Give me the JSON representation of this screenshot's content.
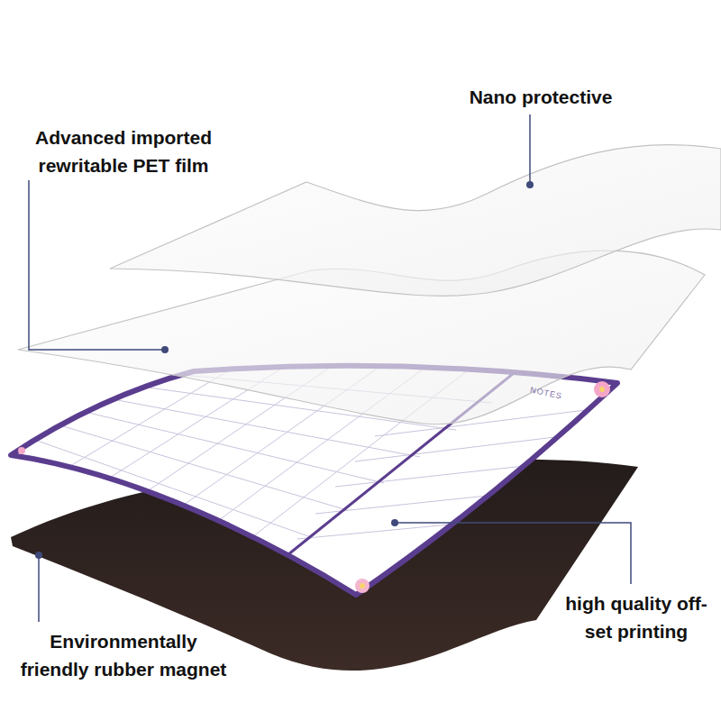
{
  "diagram": {
    "labels": [
      "Nano protective",
      "Advanced imported rewritable PET film",
      "NOTES",
      "high quality off-set printing",
      "Environmentally friendly rubber magnet"
    ]
  }
}
